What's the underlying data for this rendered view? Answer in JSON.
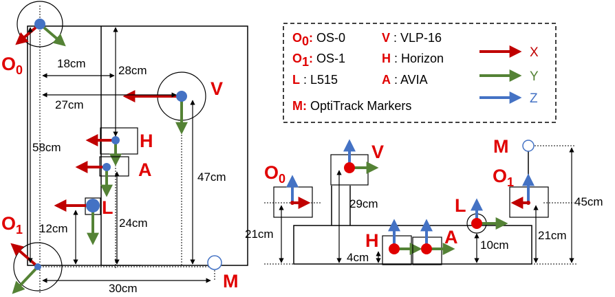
{
  "colors": {
    "x_axis": "#c00000",
    "y_axis": "#548235",
    "z_axis": "#4472c4",
    "label_red": "#e00000",
    "sensor_red": "#e00000",
    "sensor_blue": "#4472c4"
  },
  "legend": {
    "items": [
      {
        "key": "O",
        "sub": "0",
        "sep": ":",
        "text": " OS-0"
      },
      {
        "key": "O",
        "sub": "1",
        "sep": ":",
        "text": " OS-1"
      },
      {
        "key": "L",
        "sub": "",
        "sep": "",
        "text": " : L515"
      },
      {
        "key": "M",
        "sub": "",
        "sep": ":",
        "text": " OptiTrack Markers"
      },
      {
        "key": "V",
        "sub": "",
        "sep": "",
        "text": " : VLP-16"
      },
      {
        "key": "H",
        "sub": "",
        "sep": "",
        "text": " : Horizon"
      },
      {
        "key": "A",
        "sub": "",
        "sep": "",
        "text": " : AVIA"
      }
    ],
    "axes": [
      {
        "label": "X",
        "color": "#c00000"
      },
      {
        "label": "Y",
        "color": "#548235"
      },
      {
        "label": "Z",
        "color": "#4472c4"
      }
    ]
  },
  "top_view": {
    "sensor_labels": {
      "o0": {
        "main": "O",
        "sub": "0"
      },
      "o1": {
        "main": "O",
        "sub": "1"
      },
      "v": "V",
      "h": "H",
      "a": "A",
      "l": "L",
      "m": "M"
    },
    "dimensions": {
      "d18": "18cm",
      "d28": "28cm",
      "d27": "27cm",
      "d58": "58cm",
      "d47": "47cm",
      "d12": "12cm",
      "d24": "24cm",
      "d30": "30cm"
    }
  },
  "side_view": {
    "sensor_labels": {
      "o0": {
        "main": "O",
        "sub": "0"
      },
      "o1": {
        "main": "O",
        "sub": "1"
      },
      "v": "V",
      "h": "H",
      "a": "A",
      "l": "L",
      "m": "M"
    },
    "dimensions": {
      "d29": "29cm",
      "d21_left": "21cm",
      "d4": "4cm",
      "d10": "10cm",
      "d21_right": "21cm",
      "d45": "45cm"
    }
  }
}
